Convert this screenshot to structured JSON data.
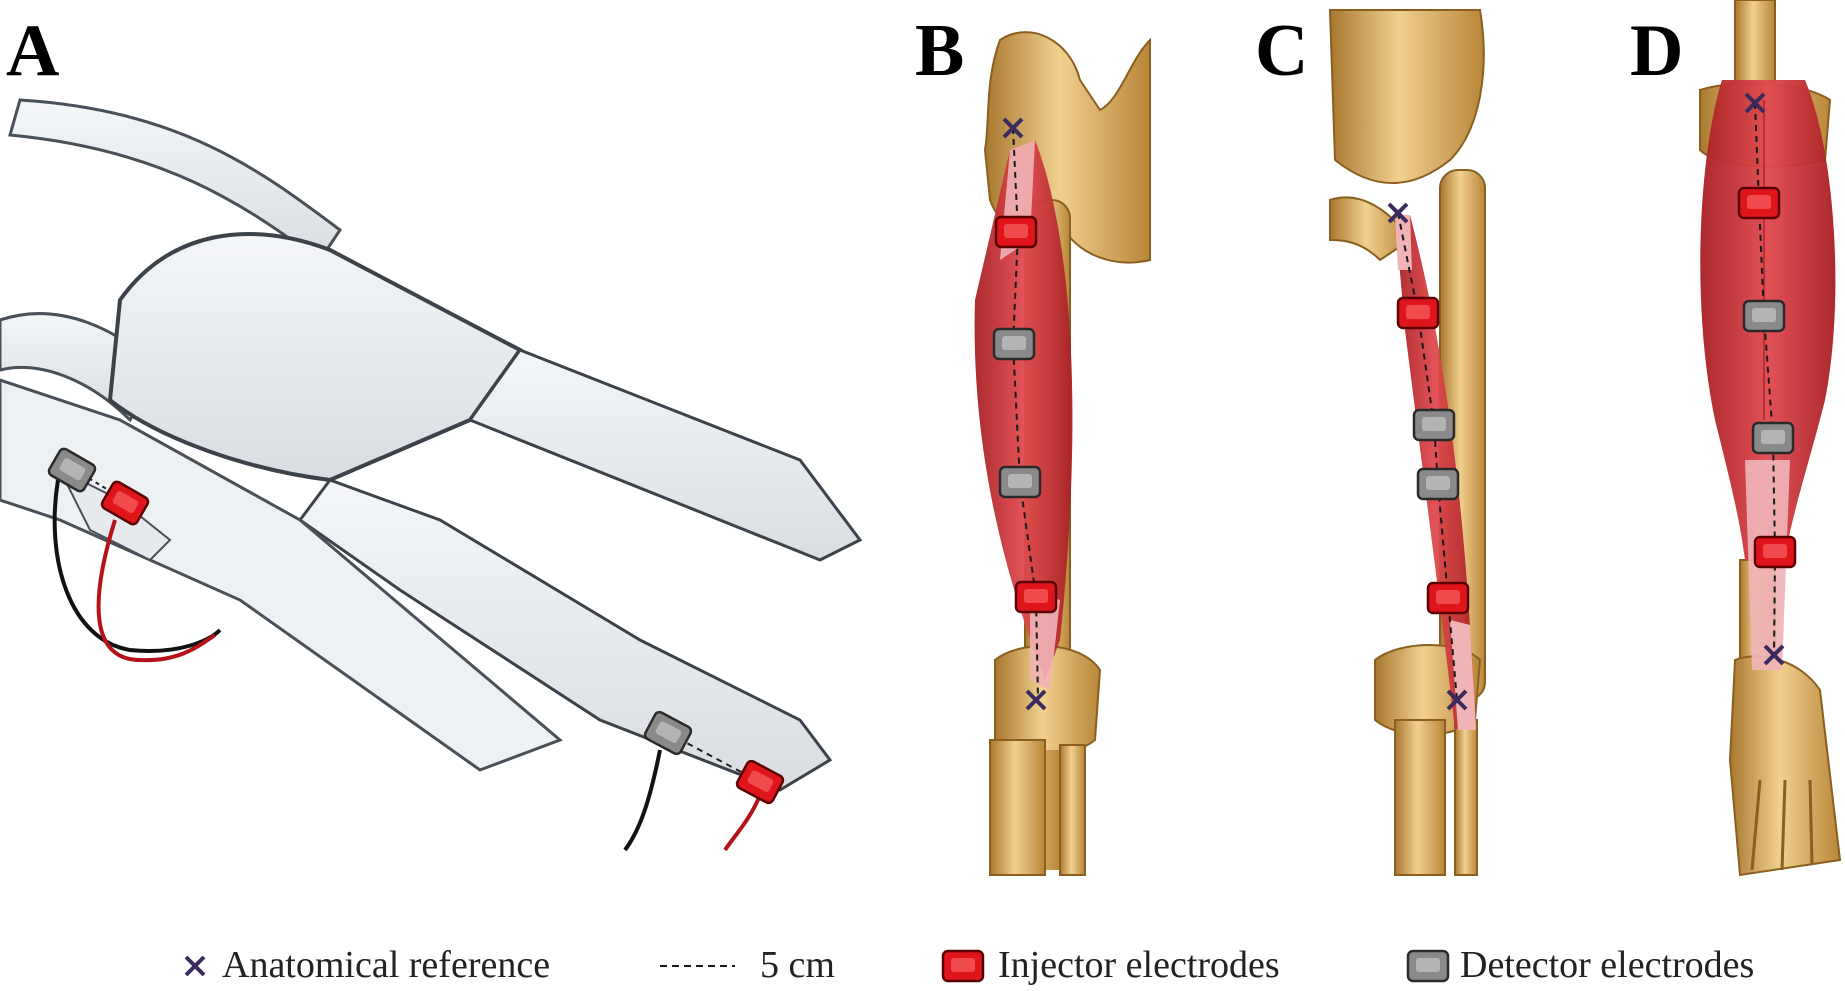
{
  "panels": {
    "a": "A",
    "b": "B",
    "c": "C",
    "d": "D"
  },
  "legend": {
    "anatomical_reference": "Anatomical reference",
    "dashed_line": "5 cm",
    "injector": "Injector electrodes",
    "detector": "Detector electrodes"
  },
  "colors": {
    "injector": "#e0151b",
    "detector": "#8a8a8a",
    "reference": "#3b2a5e",
    "bone": "#d9ad62",
    "muscle": "#c9383c"
  }
}
